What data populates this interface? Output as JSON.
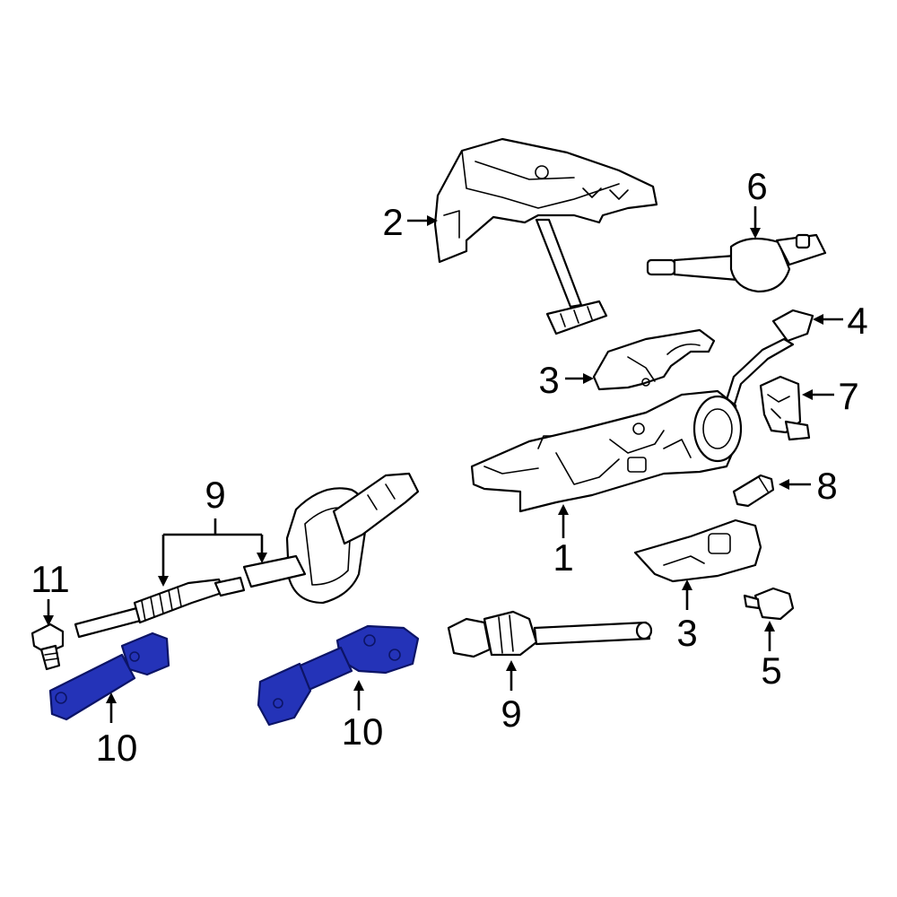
{
  "callouts": {
    "c1": "1",
    "c2": "2",
    "c3a": "3",
    "c3b": "3",
    "c4": "4",
    "c5": "5",
    "c6": "6",
    "c7": "7",
    "c8": "8",
    "c9a": "9",
    "c9b": "9",
    "c10a": "10",
    "c10b": "10",
    "c11": "11"
  },
  "colors": {
    "highlight": "#2433b8",
    "line": "#000000",
    "background": "#ffffff"
  }
}
